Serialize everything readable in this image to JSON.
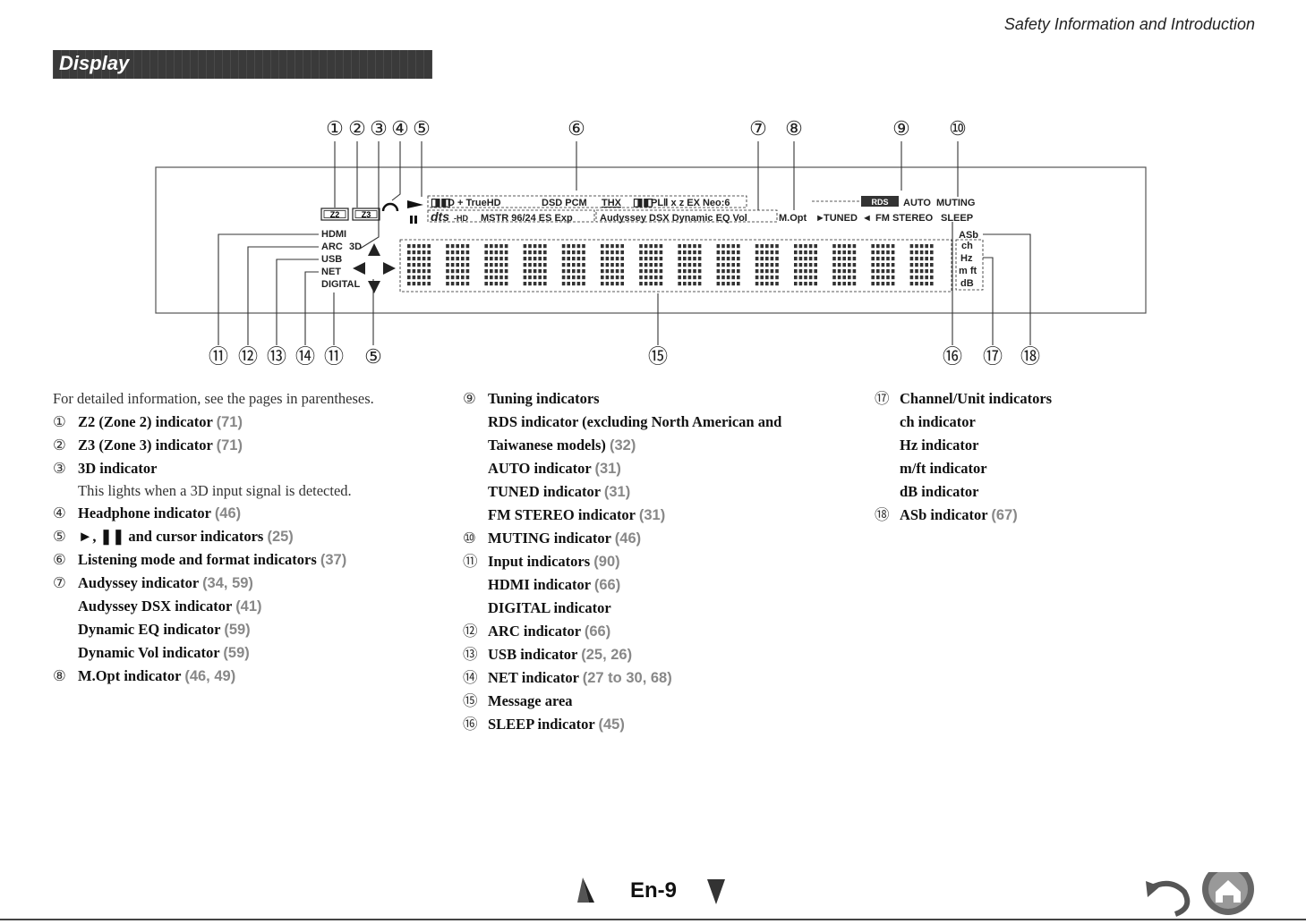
{
  "header": {
    "section_title": "Safety Information and Introduction"
  },
  "banner": {
    "title": "Display"
  },
  "diagram": {
    "top_callouts": [
      "①",
      "②",
      "③",
      "④",
      "⑤",
      "⑥",
      "⑦",
      "⑧",
      "⑨",
      "⑩"
    ],
    "bottom_callouts": [
      "⑪",
      "⑫",
      "⑬",
      "⑭",
      "⑪",
      "⑤",
      "⑮",
      "⑯",
      "⑰",
      "⑱"
    ],
    "zone_z2": "Z2",
    "zone_z3": "Z3",
    "left_labels": [
      "HDMI",
      "ARC",
      "3D",
      "USB",
      "NET",
      "DIGITAL"
    ],
    "row1_a": "D + TrueHD",
    "row1_b": "DSD PCM",
    "row1_thx": "THX",
    "row1_c": "PLⅡ x z EX Neo:6",
    "row2_dts": "dts",
    "row2_hd": "-HD",
    "row2_a": "MSTR 96/24 ES Exp",
    "row2_b": "Audyssey DSX Dynamic EQ Vol",
    "row2_mopt": "M.Opt",
    "row1_rds": "RDS",
    "row1_auto": "AUTO",
    "row1_muting": "MUTING",
    "row2_tuned": "TUNED",
    "row2_fmstereo": "FM STEREO",
    "row2_sleep": "SLEEP",
    "right_units": [
      "ASb",
      "ch",
      "Hz",
      "m ft",
      "dB"
    ]
  },
  "intro": "For detailed information, see the pages in parentheses.",
  "col1": [
    {
      "num": "①",
      "text": "Z2 (Zone 2) indicator",
      "pages": "(71)"
    },
    {
      "num": "②",
      "text": "Z3 (Zone 3) indicator",
      "pages": "(71)"
    },
    {
      "num": "③",
      "text": "3D indicator",
      "pages": "",
      "note": "This lights when a 3D input signal is detected."
    },
    {
      "num": "④",
      "text": "Headphone indicator",
      "pages": "(46)"
    },
    {
      "num": "⑤",
      "text": "►, ❚❚ and cursor indicators",
      "pages": "(25)"
    },
    {
      "num": "⑥",
      "text": "Listening mode and format indicators",
      "pages": "(37)"
    },
    {
      "num": "⑦",
      "text": "Audyssey indicator",
      "pages": "(34, 59)"
    },
    {
      "sub": "Audyssey DSX indicator",
      "pages": "(41)"
    },
    {
      "sub": "Dynamic EQ indicator",
      "pages": "(59)"
    },
    {
      "sub": "Dynamic Vol indicator",
      "pages": "(59)"
    },
    {
      "num": "⑧",
      "text": "M.Opt indicator",
      "pages": "(46, 49)"
    }
  ],
  "col2": [
    {
      "num": "⑨",
      "text": "Tuning indicators",
      "pages": ""
    },
    {
      "sub": "RDS indicator (excluding North American and",
      "pages": ""
    },
    {
      "sub": "Taiwanese models)",
      "pages": "(32)"
    },
    {
      "sub": "AUTO indicator",
      "pages": "(31)"
    },
    {
      "sub": "TUNED indicator",
      "pages": "(31)"
    },
    {
      "sub": "FM STEREO indicator",
      "pages": "(31)"
    },
    {
      "num": "⑩",
      "text": "MUTING indicator",
      "pages": "(46)"
    },
    {
      "num": "⑪",
      "text": "Input indicators",
      "pages": "(90)"
    },
    {
      "sub": "HDMI indicator",
      "pages": "(66)"
    },
    {
      "sub": "DIGITAL indicator",
      "pages": ""
    },
    {
      "num": "⑫",
      "text": "ARC indicator",
      "pages": "(66)"
    },
    {
      "num": "⑬",
      "text": "USB indicator",
      "pages": "(25, 26)"
    },
    {
      "num": "⑭",
      "text": "NET indicator",
      "pages": "(27 to 30, 68)"
    },
    {
      "num": "⑮",
      "text": "Message area",
      "pages": ""
    },
    {
      "num": "⑯",
      "text": "SLEEP indicator",
      "pages": "(45)"
    }
  ],
  "col3": [
    {
      "num": "⑰",
      "text": "Channel/Unit indicators",
      "pages": ""
    },
    {
      "sub": "ch indicator",
      "pages": ""
    },
    {
      "sub": "Hz indicator",
      "pages": ""
    },
    {
      "sub": "m/ft indicator",
      "pages": ""
    },
    {
      "sub": "dB indicator",
      "pages": ""
    },
    {
      "num": "⑱",
      "text": "ASb indicator",
      "pages": "(67)"
    }
  ],
  "footer": {
    "page_number": "En-9"
  }
}
